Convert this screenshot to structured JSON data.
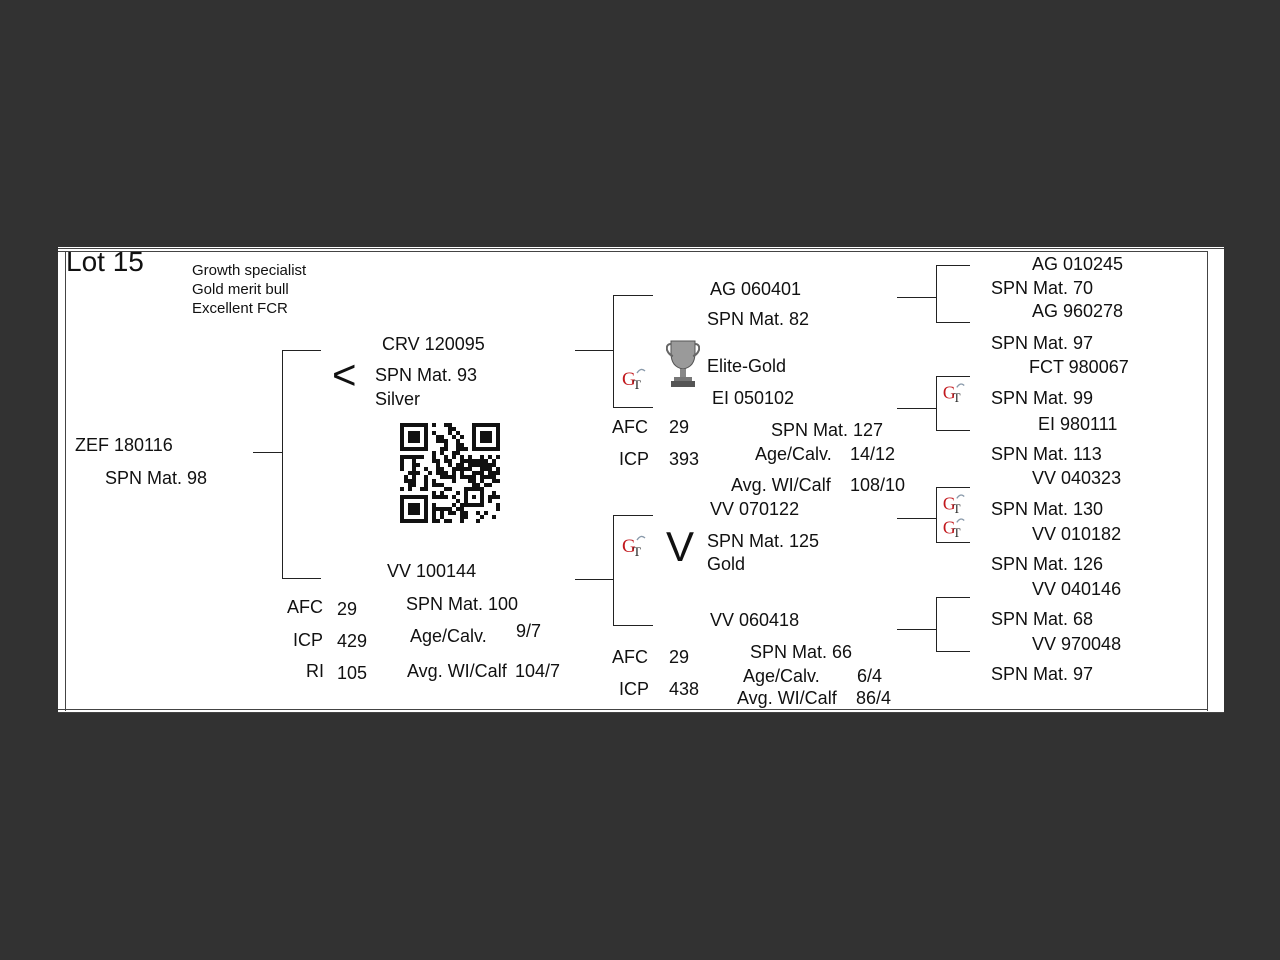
{
  "lot": {
    "title": "Lot 15"
  },
  "notes": [
    "Growth specialist",
    "Gold merit bull",
    "Excellent FCR"
  ],
  "subject": {
    "id": "ZEF 180116",
    "spn": "SPN Mat. 98"
  },
  "sire": {
    "symbol": "<",
    "id": "CRV 120095",
    "spn": "SPN Mat. 93",
    "rank": "Silver"
  },
  "dam": {
    "id": "VV  100144",
    "spn": "SPN Mat. 100",
    "stats_labels": [
      "AFC",
      "ICP",
      "RI"
    ],
    "stats_values": [
      "29",
      "429",
      "105"
    ],
    "age_label": "Age/Calv.",
    "age_value": "9/7",
    "wi_label": "Avg. WI/Calf",
    "wi_value": "104/7"
  },
  "sire_sire": {
    "id": "AG  060401",
    "spn": "SPN Mat. 82"
  },
  "sire_dam": {
    "rank": "Elite-Gold",
    "id": "EI  050102",
    "spn": "SPN Mat. 127",
    "age_label": "Age/Calv.",
    "age_value": "14/12",
    "wi_label": "Avg. WI/Calf",
    "wi_value": "108/10",
    "stats_labels": [
      "AFC",
      "ICP"
    ],
    "stats_values": [
      "29",
      "393"
    ]
  },
  "dam_sire": {
    "symbol": "V",
    "id": "VV  070122",
    "spn": "SPN Mat. 125",
    "rank": "Gold"
  },
  "dam_dam": {
    "id": "VV  060418",
    "spn": "SPN Mat. 66",
    "age_label": "Age/Calv.",
    "age_value": "6/4",
    "wi_label": "Avg. WI/Calf",
    "wi_value": "86/4",
    "stats_labels": [
      "AFC",
      "ICP"
    ],
    "stats_values": [
      "29",
      "438"
    ]
  },
  "gen3": [
    {
      "id": "AG  010245",
      "spn": "SPN Mat. 70"
    },
    {
      "id": "AG  960278",
      "spn": "SPN Mat. 97"
    },
    {
      "id": "FCT 980067",
      "spn": "SPN Mat. 99"
    },
    {
      "id": "EI  980111",
      "spn": "SPN Mat. 113"
    },
    {
      "id": "VV  040323",
      "spn": "SPN Mat. 130"
    },
    {
      "id": "VV  010182",
      "spn": "SPN Mat. 126"
    },
    {
      "id": "VV  040146",
      "spn": "SPN Mat. 68"
    },
    {
      "id": "VV  970048",
      "spn": "SPN Mat. 97"
    }
  ],
  "icons": {
    "badge": "gt-badge-icon",
    "trophy": "trophy-icon",
    "qr": "qr-code"
  }
}
